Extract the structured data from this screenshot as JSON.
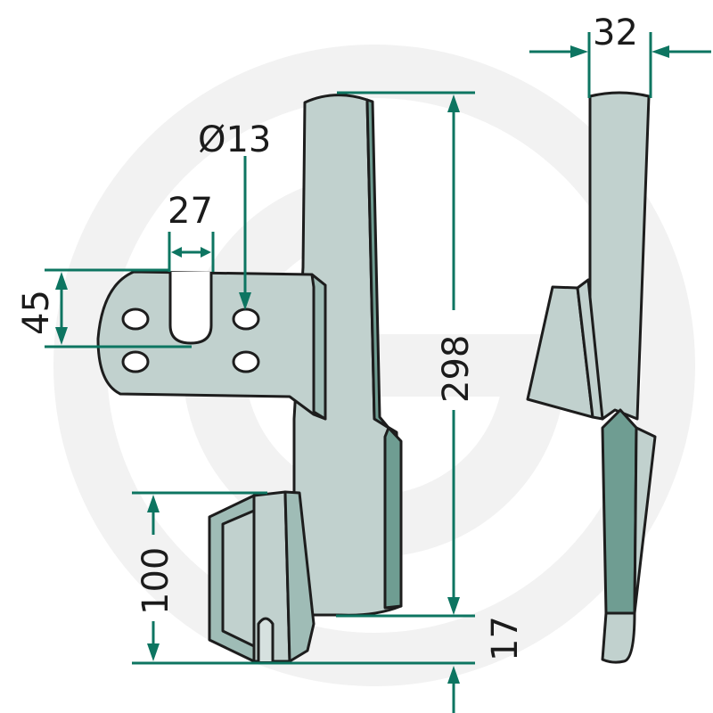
{
  "drawing": {
    "title": "Rotary harrow tine technical drawing",
    "colors": {
      "dimension": "#0d7561",
      "part_light": "#c1d1ce",
      "part_mid": "#9fbcb6",
      "part_dark": "#6f9d92",
      "outline": "#1d1d1d",
      "watermark": "#f0f0f0"
    },
    "dimensions": {
      "thickness": "32",
      "hole_diameter": "Ø13",
      "slot_width": "27",
      "hole_spacing": "45",
      "total_length": "298",
      "blade_offset": "100",
      "tip_offset": "17"
    },
    "views": [
      "front-view",
      "side-view"
    ]
  }
}
